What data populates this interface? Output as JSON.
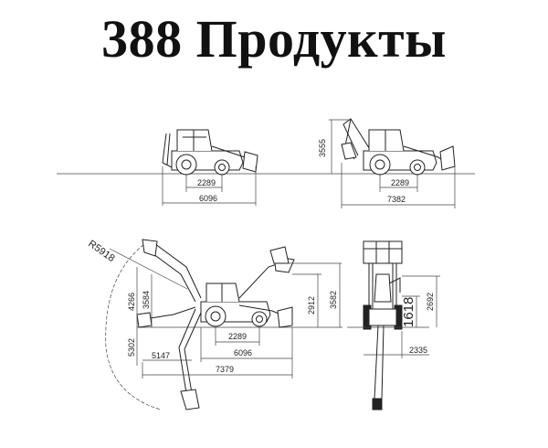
{
  "title": "388 Продукты",
  "views": {
    "side_travel": {
      "dims": [
        "2289",
        "6096"
      ]
    },
    "side_raised": {
      "dims": [
        "3555",
        "2289",
        "7382"
      ]
    },
    "side_working": {
      "dims": [
        "R5918",
        "4266",
        "3584",
        "2912",
        "3582",
        "2289",
        "6096",
        "5302",
        "5147",
        "7379"
      ]
    },
    "front": {
      "dims": [
        "1618",
        "2692",
        "2335"
      ]
    }
  }
}
